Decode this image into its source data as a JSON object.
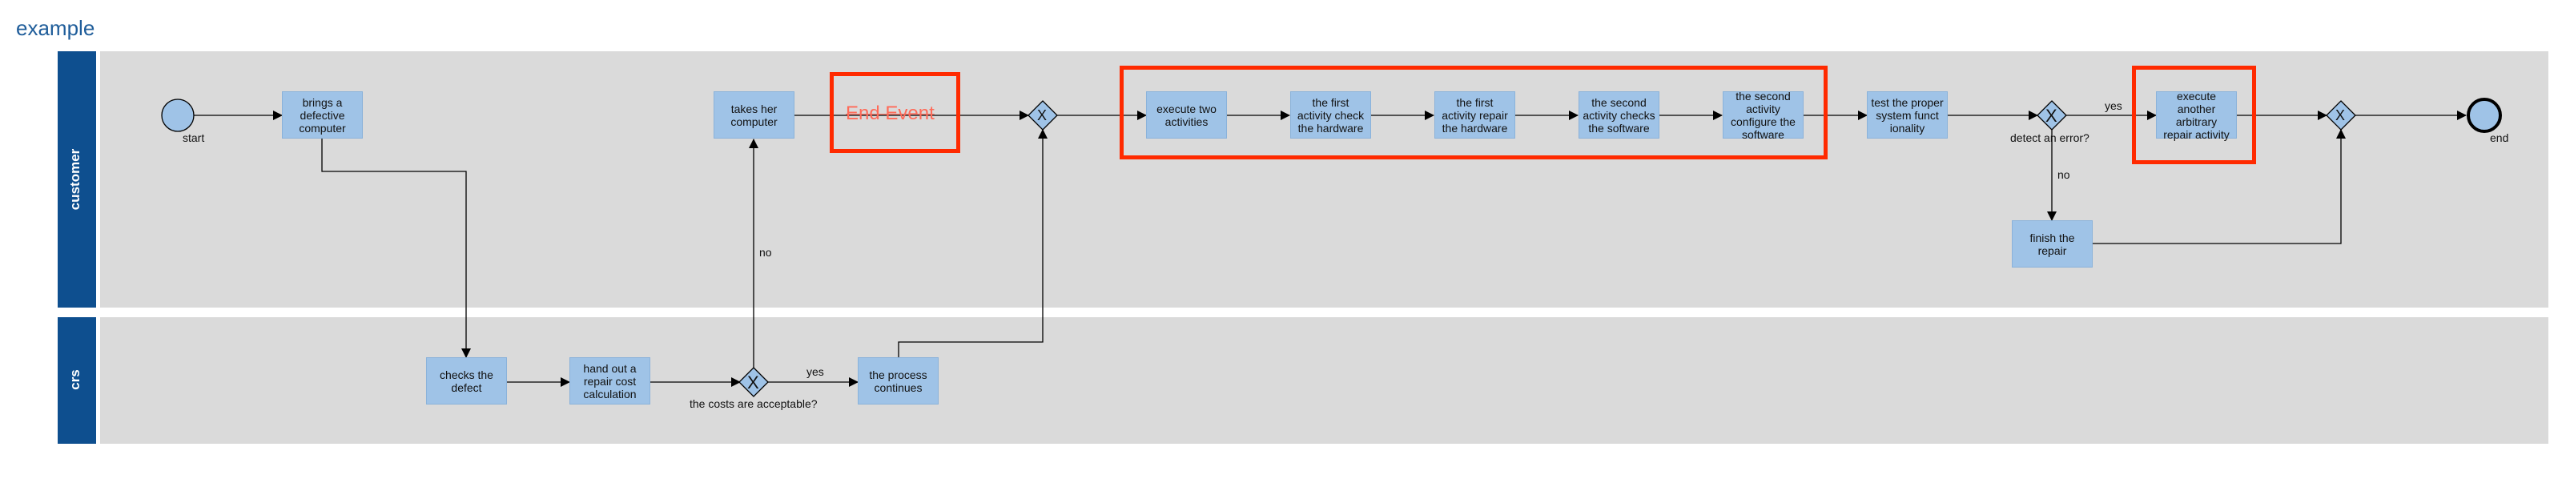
{
  "title": "example",
  "lanes": {
    "customer": "customer",
    "crs": "crs"
  },
  "events": {
    "start": "start",
    "end": "end"
  },
  "tasks": {
    "brings_defective": "brings a defective computer",
    "takes_computer": "takes her computer",
    "execute_two": "execute two activities",
    "first_check": "the first activity check the hardware",
    "first_repair": "the first activity repair the hardware",
    "second_checks": "the second activity checks the software",
    "second_configure": "the second activity configure the software",
    "test_proper": "test the proper system funct ionality",
    "execute_another": "execute another arbitrary repair activity",
    "finish_repair": "finish the repair",
    "checks_defect": "checks the defect",
    "hand_out": "hand out a repair cost calculation",
    "process_continues": "the process continues"
  },
  "gateways": {
    "costs_acceptable": "the costs are acceptable?",
    "detect_error": "detect an error?",
    "gateway_symbol": "X"
  },
  "flow_labels": {
    "yes_costs": "yes",
    "no_costs": "no",
    "yes_error": "yes",
    "no_error": "no"
  },
  "annotation": {
    "end_event": "End Event"
  },
  "colors": {
    "lane_header": "#0e4f8f",
    "lane_bg": "#dadada",
    "task_fill": "#9fc3e7",
    "highlight": "#ff2a00"
  }
}
